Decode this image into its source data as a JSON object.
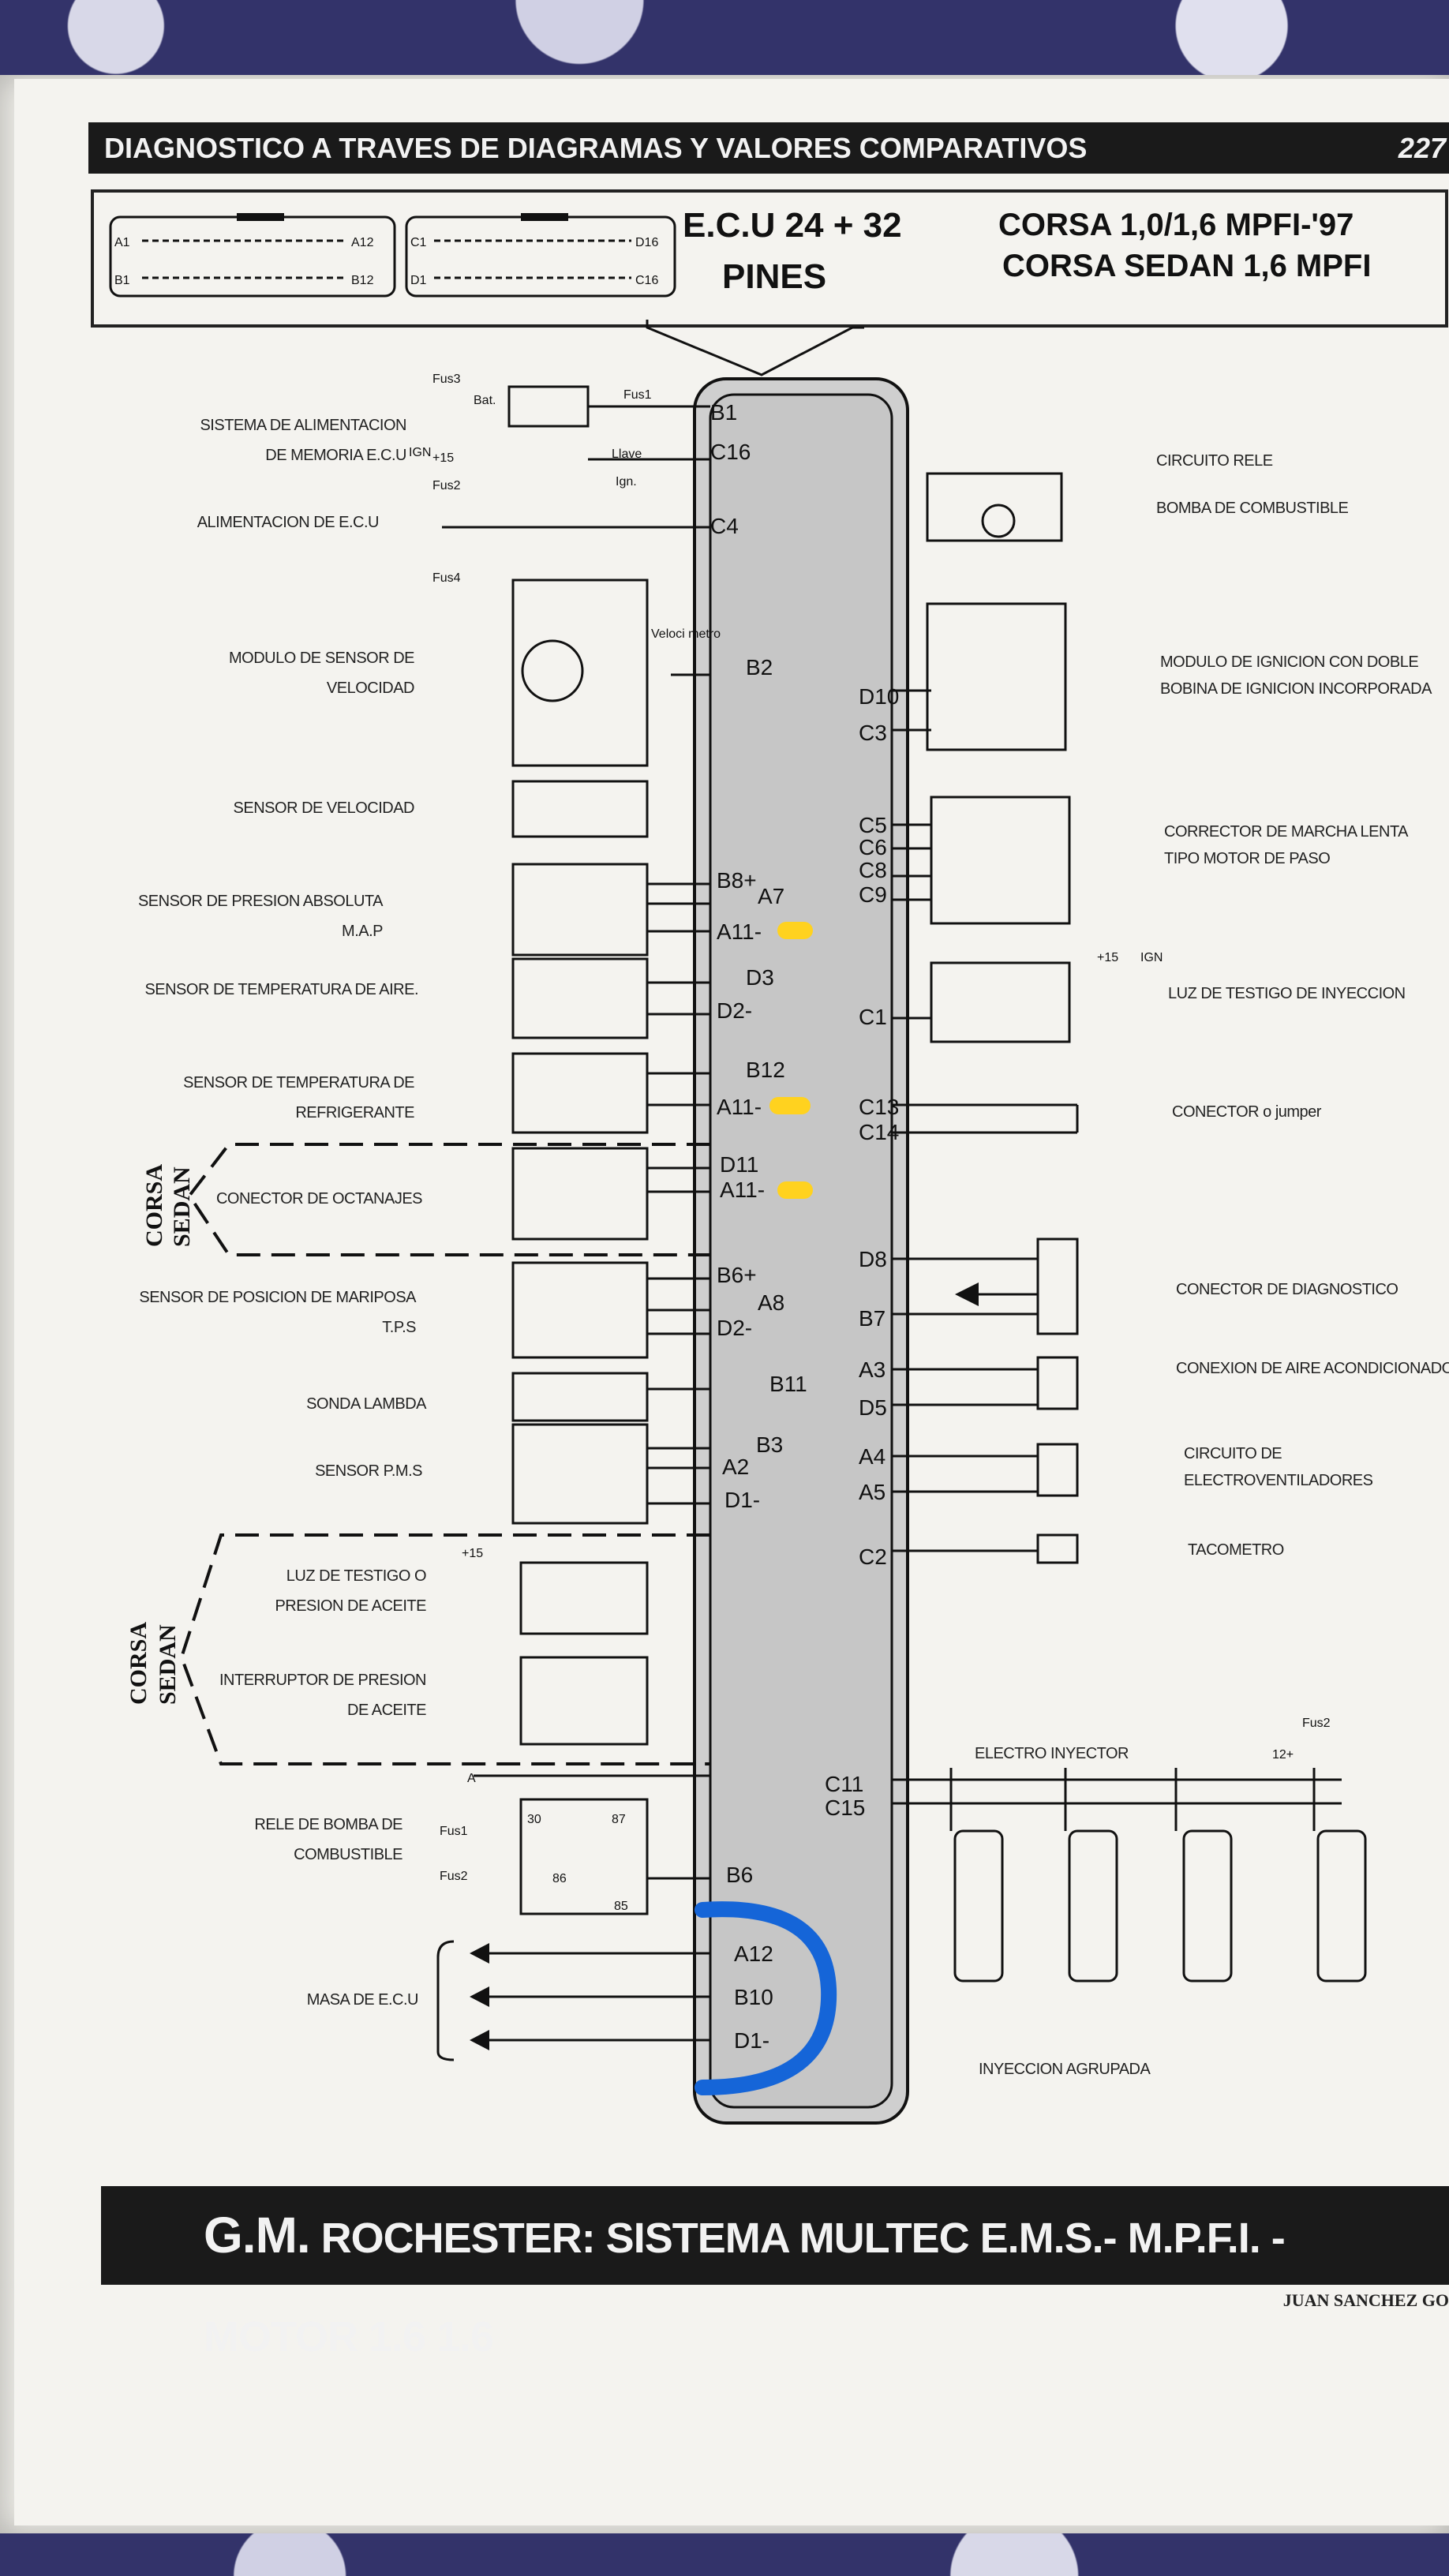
{
  "header": {
    "title": "DIAGNOSTICO A TRAVES DE DIAGRAMAS Y VALORES COMPARATIVOS",
    "page_number": "227"
  },
  "connector_a": {
    "top_left": "A1",
    "top_right": "A12",
    "bottom_left": "B1",
    "bottom_right": "B12"
  },
  "connector_b": {
    "top_left": "C1",
    "top_right": "D16",
    "bottom_left": "D1",
    "bottom_right": "C16"
  },
  "ecu_title": {
    "line1": "E.C.U 24 + 32",
    "line2": "PINES"
  },
  "vehicle": {
    "line1": "CORSA 1,0/1,6 MPFI-'97",
    "line2": "CORSA SEDAN 1,6 MPFI"
  },
  "left_components": [
    {
      "label": [
        "SISTEMA DE ALIMENTACION",
        "DE MEMORIA E.C.U"
      ]
    },
    {
      "label": [
        "ALIMENTACION DE E.C.U"
      ]
    },
    {
      "label": [
        "MODULO DE SENSOR DE",
        "VELOCIDAD"
      ]
    },
    {
      "label": [
        "SENSOR DE VELOCIDAD"
      ]
    },
    {
      "label": [
        "SENSOR DE PRESION ABSOLUTA",
        "M.A.P"
      ]
    },
    {
      "label": [
        "SENSOR DE TEMPERATURA DE AIRE."
      ]
    },
    {
      "label": [
        "SENSOR DE TEMPERATURA DE",
        "REFRIGERANTE"
      ]
    },
    {
      "label": [
        "CONECTOR DE OCTANAJES"
      ]
    },
    {
      "label": [
        "SENSOR DE POSICION DE MARIPOSA",
        "T.P.S"
      ]
    },
    {
      "label": [
        "SONDA LAMBDA"
      ]
    },
    {
      "label": [
        "SENSOR P.M.S"
      ]
    },
    {
      "label": [
        "LUZ DE TESTIGO O",
        "PRESION DE ACEITE"
      ]
    },
    {
      "label": [
        "INTERRUPTOR DE PRESION",
        "DE ACEITE"
      ]
    },
    {
      "label": [
        "RELE DE BOMBA DE",
        "COMBUSTIBLE"
      ]
    },
    {
      "label": [
        "MASA DE E.C.U"
      ]
    }
  ],
  "right_components": [
    {
      "label": [
        "CIRCUITO RELE"
      ]
    },
    {
      "label": [
        "BOMBA DE COMBUSTIBLE"
      ]
    },
    {
      "label": [
        "MODULO DE IGNICION CON DOBLE",
        "BOBINA DE IGNICION INCORPORADA"
      ]
    },
    {
      "label": [
        "CORRECTOR DE MARCHA LENTA",
        "TIPO MOTOR DE PASO"
      ]
    },
    {
      "label": [
        "LUZ DE TESTIGO DE INYECCION"
      ]
    },
    {
      "label": [
        "CONECTOR o jumper"
      ]
    },
    {
      "label": [
        "CONECTOR DE DIAGNOSTICO"
      ]
    },
    {
      "label": [
        "CONEXION DE AIRE ACONDICIONADO"
      ]
    },
    {
      "label": [
        "CIRCUITO DE",
        "ELECTROVENTILADORES"
      ]
    },
    {
      "label": [
        "TACOMETRO"
      ]
    },
    {
      "label": [
        "ELECTRO INYECTOR"
      ]
    },
    {
      "label": [
        "INYECCION AGRUPADA"
      ]
    }
  ],
  "left_pins": [
    "B1",
    "C16",
    "C4",
    "B2",
    "B8+",
    "A7",
    "A11-",
    "D3",
    "D2-",
    "B12",
    "A11-",
    "D11",
    "A11-",
    "B6+",
    "A8",
    "D2-",
    "B11",
    "B3",
    "A2",
    "D1-",
    "B6",
    "A12",
    "B10",
    "D1-"
  ],
  "right_pins": [
    "D10",
    "C3",
    "C5",
    "C6",
    "C8",
    "C9",
    "C1",
    "C13",
    "C14",
    "D8",
    "B7",
    "A3",
    "D5",
    "A4",
    "A5",
    "C2",
    "C11",
    "C15"
  ],
  "small_labels": [
    "Fus3",
    "Bat.",
    "Fus1",
    "+15",
    "IGN",
    "Fus2",
    "Llave",
    "Ign.",
    "Fus4",
    "Veloci metro",
    "Fus1",
    "Fus2",
    "30",
    "87",
    "86",
    "85",
    "A",
    "+15",
    "12+",
    "Fus2",
    "+15",
    "IGN"
  ],
  "side_group": {
    "line1": "CORSA",
    "line2": "SEDAN"
  },
  "footer": {
    "brand": "G.M.",
    "text": " ROCHESTER: SISTEMA MULTEC E.M.S.- M.P.F.I. - MOTOR 1.6 1.6",
    "author": "JUAN SANCHEZ GO"
  },
  "marker_colors": {
    "highlight": "#ffd21f",
    "bracket": "#1565d8"
  }
}
